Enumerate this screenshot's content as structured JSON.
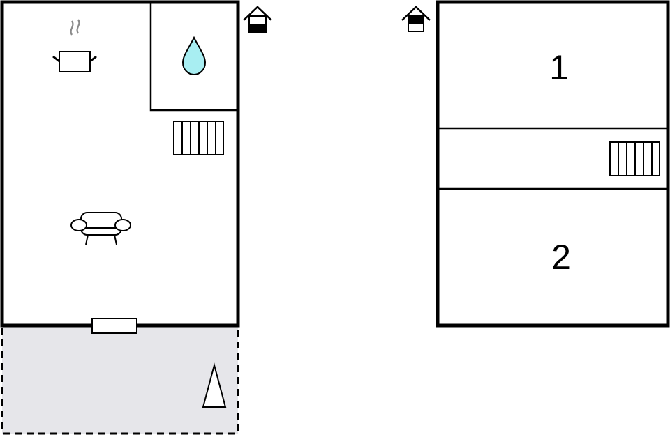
{
  "plan": {
    "type": "floor-plan",
    "floors": [
      {
        "id": "ground-floor",
        "rooms": [
          "kitchen-living-area",
          "bathroom"
        ],
        "icons": [
          "cooking-pot-icon",
          "water-drop-icon",
          "radiator-icon",
          "sofa-icon",
          "door-icon",
          "tree-icon",
          "floor-indicator-ground-icon"
        ],
        "outdoor": "terrace"
      },
      {
        "id": "upper-floor",
        "rooms": [
          {
            "label": "1"
          },
          {
            "label": "hallway"
          },
          {
            "label": "2"
          }
        ],
        "icons": [
          "radiator-icon",
          "floor-indicator-upper-icon"
        ]
      }
    ],
    "labels": {
      "room1": "1",
      "room2": "2"
    },
    "colors": {
      "wall": "#000000",
      "water": "#a8eef2",
      "terrace": "#e6e6ea",
      "smoke": "#8a8a8a"
    }
  }
}
